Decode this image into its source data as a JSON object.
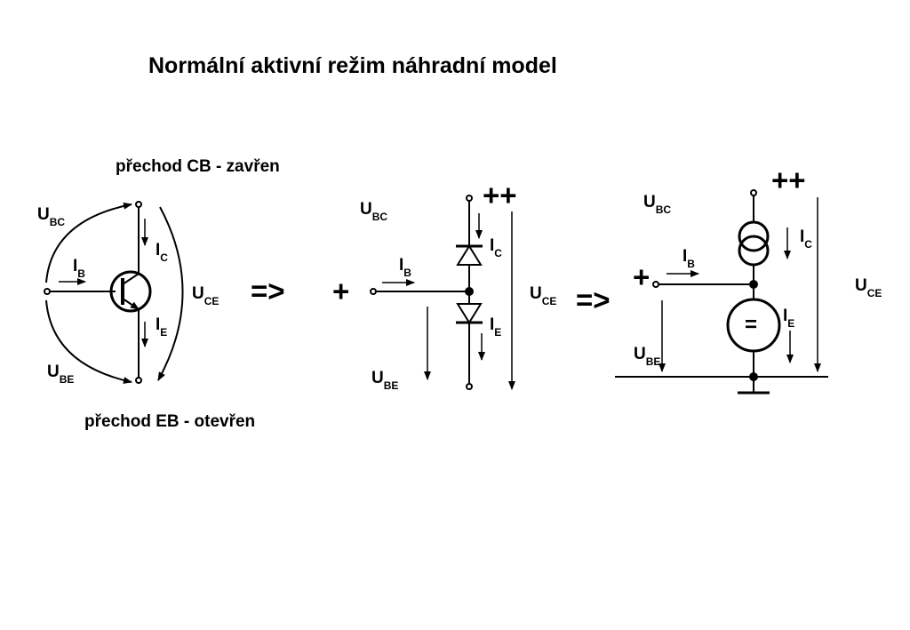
{
  "title": "Normální aktivní režim náhradní model",
  "notes": {
    "cb": "přechod CB - zavřen",
    "eb": "přechod EB - otevřen"
  },
  "labels": {
    "U": "U",
    "I": "I",
    "BC": "BC",
    "BE": "BE",
    "CE": "CE",
    "B": "B",
    "C": "C",
    "E": "E"
  },
  "symbols": {
    "implies": "=>",
    "plus": "+",
    "double_plus": "++",
    "equals": "="
  }
}
